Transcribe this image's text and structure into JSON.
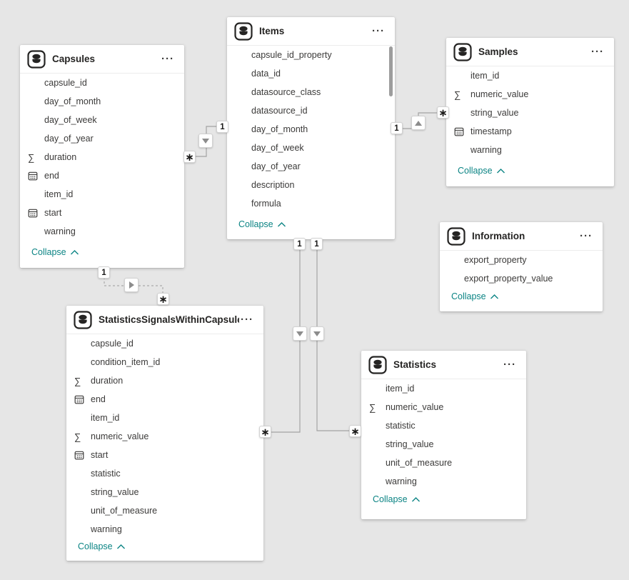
{
  "app": {
    "view": "model-diagram",
    "background_color": "#e6e6e6",
    "accent_color": "#0b8484",
    "line_color": "#a3a3a3"
  },
  "icons": {
    "sigma": "∑",
    "more_options": "···",
    "table_icon": "database-icon",
    "date_icon": "calendar-icon"
  },
  "tables": [
    {
      "title": "Capsules",
      "collapse_label": "Collapse",
      "fields": [
        {
          "name": "capsule_id",
          "icon": "none"
        },
        {
          "name": "day_of_month",
          "icon": "none"
        },
        {
          "name": "day_of_week",
          "icon": "none"
        },
        {
          "name": "day_of_year",
          "icon": "none"
        },
        {
          "name": "duration",
          "icon": "sigma"
        },
        {
          "name": "end",
          "icon": "calendar"
        },
        {
          "name": "item_id",
          "icon": "none"
        },
        {
          "name": "start",
          "icon": "calendar"
        },
        {
          "name": "warning",
          "icon": "none"
        }
      ]
    },
    {
      "title": "Items",
      "collapse_label": "Collapse",
      "fields": [
        {
          "name": "capsule_id_property",
          "icon": "none"
        },
        {
          "name": "data_id",
          "icon": "none"
        },
        {
          "name": "datasource_class",
          "icon": "none"
        },
        {
          "name": "datasource_id",
          "icon": "none"
        },
        {
          "name": "day_of_month",
          "icon": "none"
        },
        {
          "name": "day_of_week",
          "icon": "none"
        },
        {
          "name": "day_of_year",
          "icon": "none"
        },
        {
          "name": "description",
          "icon": "none"
        },
        {
          "name": "formula",
          "icon": "none"
        }
      ]
    },
    {
      "title": "Samples",
      "collapse_label": "Collapse",
      "fields": [
        {
          "name": "item_id",
          "icon": "none"
        },
        {
          "name": "numeric_value",
          "icon": "sigma"
        },
        {
          "name": "string_value",
          "icon": "none"
        },
        {
          "name": "timestamp",
          "icon": "calendar"
        },
        {
          "name": "warning",
          "icon": "none"
        }
      ]
    },
    {
      "title": "Information",
      "collapse_label": "Collapse",
      "fields": [
        {
          "name": "export_property",
          "icon": "none"
        },
        {
          "name": "export_property_value",
          "icon": "none"
        }
      ]
    },
    {
      "title": "Statistics",
      "collapse_label": "Collapse",
      "fields": [
        {
          "name": "item_id",
          "icon": "none"
        },
        {
          "name": "numeric_value",
          "icon": "sigma"
        },
        {
          "name": "statistic",
          "icon": "none"
        },
        {
          "name": "string_value",
          "icon": "none"
        },
        {
          "name": "unit_of_measure",
          "icon": "none"
        },
        {
          "name": "warning",
          "icon": "none"
        }
      ]
    },
    {
      "title": "StatisticsSignalsWithinCapsules",
      "collapse_label": "Collapse",
      "fields": [
        {
          "name": "capsule_id",
          "icon": "none"
        },
        {
          "name": "condition_item_id",
          "icon": "none"
        },
        {
          "name": "duration",
          "icon": "sigma"
        },
        {
          "name": "end",
          "icon": "calendar"
        },
        {
          "name": "item_id",
          "icon": "none"
        },
        {
          "name": "numeric_value",
          "icon": "sigma"
        },
        {
          "name": "start",
          "icon": "calendar"
        },
        {
          "name": "statistic",
          "icon": "none"
        },
        {
          "name": "string_value",
          "icon": "none"
        },
        {
          "name": "unit_of_measure",
          "icon": "none"
        },
        {
          "name": "warning",
          "icon": "none"
        }
      ]
    }
  ],
  "relationships": [
    {
      "from_table": "Capsules",
      "to_table": "Items",
      "from_label": "∗",
      "to_label": "1",
      "filter_direction": "down",
      "line_style": "solid"
    },
    {
      "from_table": "Items",
      "to_table": "Samples",
      "from_label": "1",
      "to_label": "∗",
      "filter_direction": "up",
      "line_style": "solid"
    },
    {
      "from_table": "Capsules",
      "to_table": "StatisticsSignalsWithinCapsules",
      "from_label": "1",
      "to_label": "∗",
      "filter_direction": "right",
      "line_style": "dashed"
    },
    {
      "from_table": "Items",
      "to_table": "StatisticsSignalsWithinCapsules",
      "from_label": "1",
      "to_label": "∗",
      "filter_direction": "down",
      "line_style": "solid"
    },
    {
      "from_table": "Items",
      "to_table": "Statistics",
      "from_label": "1",
      "to_label": "∗",
      "filter_direction": "down",
      "line_style": "solid"
    }
  ]
}
